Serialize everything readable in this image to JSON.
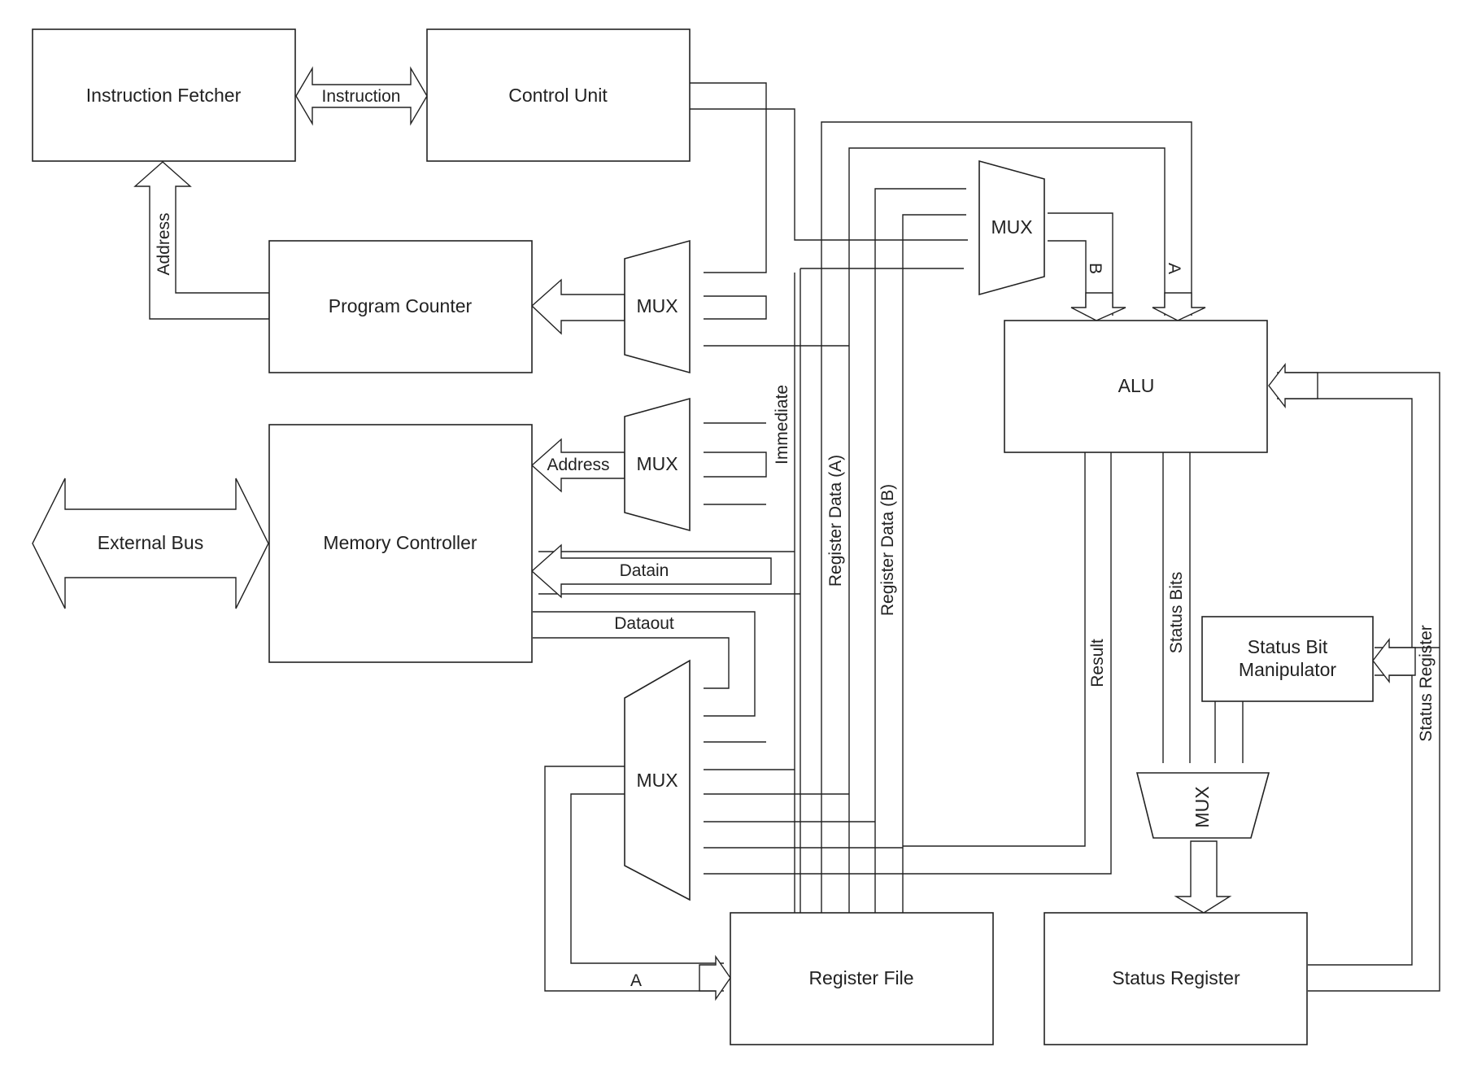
{
  "blocks": {
    "instruction_fetcher": "Instruction Fetcher",
    "control_unit": "Control Unit",
    "program_counter": "Program Counter",
    "memory_controller": "Memory Controller",
    "external_bus": "External Bus",
    "alu": "ALU",
    "status_bit_manipulator_line1": "Status Bit",
    "status_bit_manipulator_line2": "Manipulator",
    "register_file": "Register File",
    "status_register": "Status Register"
  },
  "muxes": {
    "pc_mux": "MUX",
    "address_mux": "MUX",
    "writeback_mux": "MUX",
    "alu_b_mux": "MUX",
    "status_mux": "MUX"
  },
  "signals": {
    "instruction": "Instruction",
    "fetch_address": "Address",
    "memory_address": "Address",
    "datain": "Datain",
    "dataout": "Dataout",
    "immediate": "Immediate",
    "register_data_a": "Register Data (A)",
    "register_data_b": "Register Data (B)",
    "alu_input_b": "B",
    "alu_input_a": "A",
    "result": "Result",
    "status_bits": "Status Bits",
    "status_register_bus": "Status Register",
    "register_file_a": "A"
  },
  "colors": {
    "stroke": "#222222",
    "fill": "#ffffff"
  }
}
